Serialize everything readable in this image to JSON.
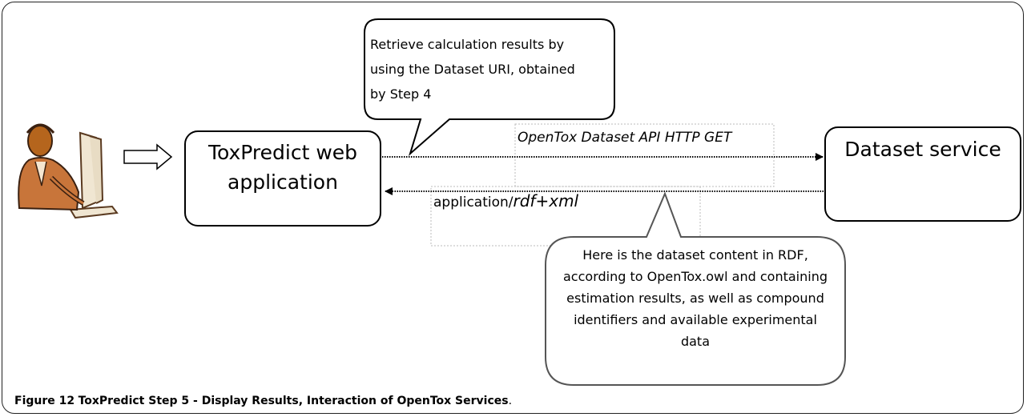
{
  "nodes": {
    "webapp": {
      "label": "ToxPredict web application"
    },
    "dataset_service": {
      "label": "Dataset service"
    }
  },
  "edges": {
    "request": {
      "label": "OpenTox Dataset API HTTP GET"
    },
    "response": {
      "label_prefix": "application/",
      "label_italic": "rdf+xml"
    }
  },
  "callouts": {
    "top": {
      "text": "Retrieve calculation results by using the Dataset URI, obtained by Step 4"
    },
    "bottom": {
      "text": "Here is the dataset content in RDF, according to OpenTox.owl and containing estimation results, as well as compound identifiers and available experimental data"
    }
  },
  "caption": {
    "number": "Figure 12",
    "title": "ToxPredict Step 5 - Display Results, Interaction of OpenTox Services",
    "end": "."
  },
  "icons": {
    "user": "user-at-computer-icon",
    "arrow": "hollow-arrow-icon"
  }
}
